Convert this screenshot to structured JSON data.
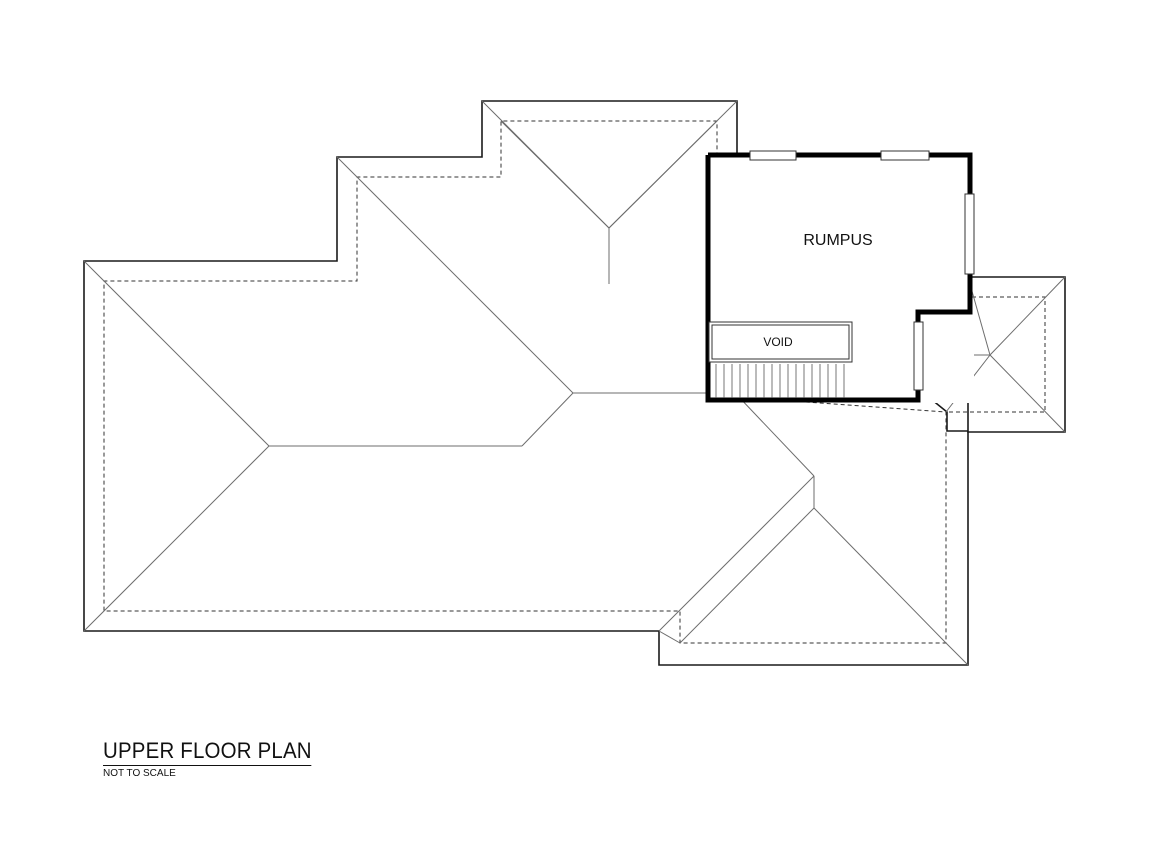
{
  "drawing": {
    "title": "UPPER FLOOR PLAN",
    "subtitle": "NOT TO SCALE"
  },
  "rooms": {
    "rumpus": "RUMPUS",
    "void": "VOID"
  },
  "colors": {
    "line": "#1a1a1a",
    "wall": "#000000",
    "background": "#ffffff"
  }
}
